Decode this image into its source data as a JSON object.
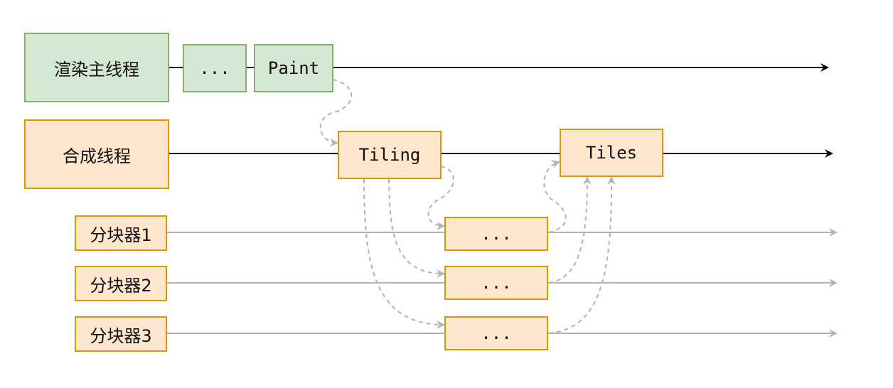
{
  "threads": {
    "main": {
      "label": "渲染主线程",
      "ellipsis": "...",
      "paint": "Paint"
    },
    "compositor": {
      "label": "合成线程",
      "tiling": "Tiling",
      "tiles": "Tiles"
    },
    "tilers": [
      {
        "label": "分块器1",
        "task": "..."
      },
      {
        "label": "分块器2",
        "task": "..."
      },
      {
        "label": "分块器3",
        "task": "..."
      }
    ]
  },
  "colors": {
    "main_fill": "#d5e8d4",
    "main_border": "#82b366",
    "comp_fill": "#ffe6cc",
    "comp_border": "#d79b00",
    "timeline": "#000000",
    "sub_timeline": "#b3b3b3",
    "dashed_flow": "#b3b3b3"
  }
}
